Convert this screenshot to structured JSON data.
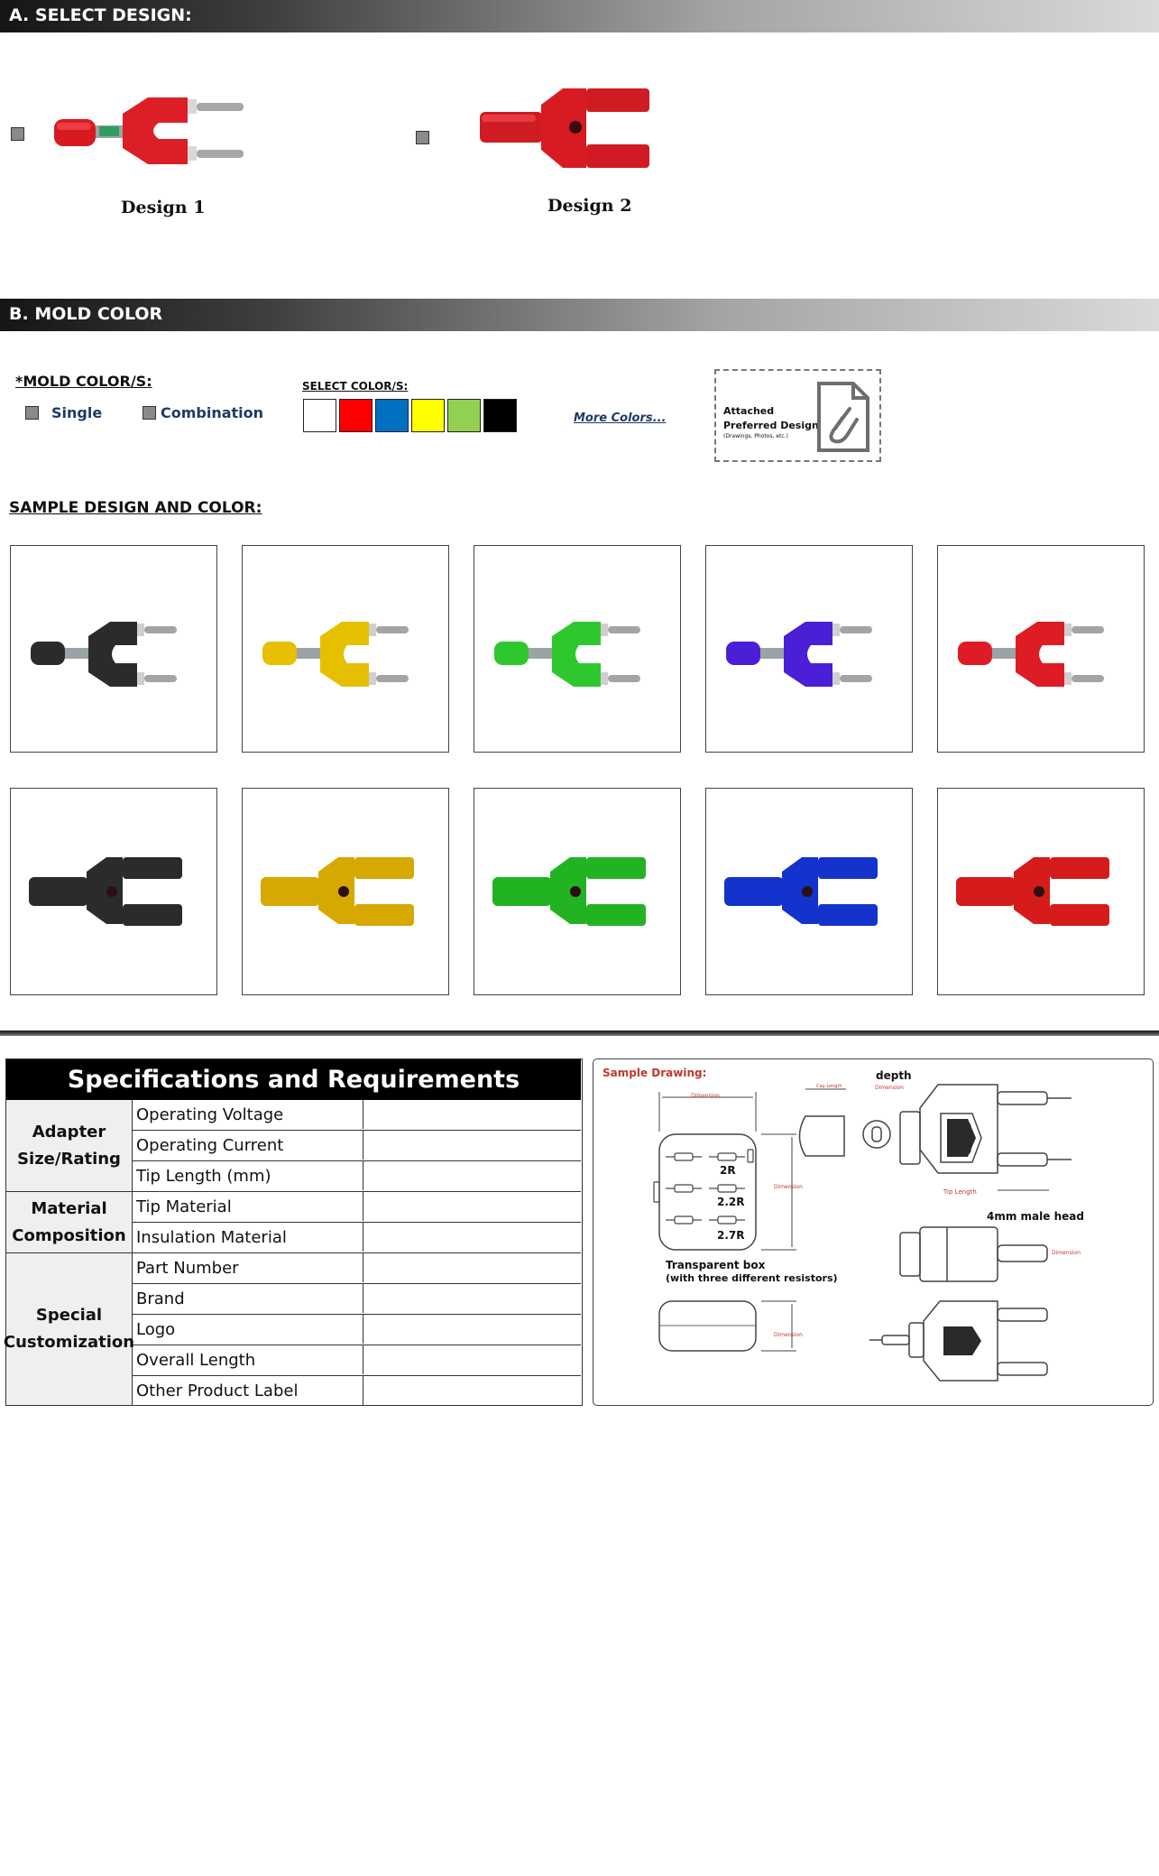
{
  "section_a": {
    "title": "A. SELECT DESIGN:"
  },
  "designs": [
    {
      "label": "Design 1"
    },
    {
      "label": "Design 2"
    }
  ],
  "section_b": {
    "title": "B. MOLD COLOR"
  },
  "mold_color": {
    "heading": "*MOLD COLOR/S:",
    "options": [
      "Single",
      "Combination"
    ],
    "select_heading": "SELECT COLOR/S:",
    "swatches": [
      "#ffffff",
      "#ff0000",
      "#0070c0",
      "#ffff00",
      "#92d050",
      "#000000"
    ],
    "more_colors": "More Colors...",
    "attach": {
      "line1": "Attached",
      "line2": "Preferred Design",
      "line3": "(Drawings, Photos, etc.)"
    }
  },
  "sample_heading": "SAMPLE DESIGN AND COLOR:",
  "samples": {
    "row1": [
      "#2b2b2b",
      "#e6c000",
      "#2ec82e",
      "#4a1fd6",
      "#dd1c25"
    ],
    "row2": [
      "#2b2b2b",
      "#d6a800",
      "#22b322",
      "#1433cc",
      "#d61b1b"
    ]
  },
  "spec": {
    "title": "Specifications and Requirements",
    "groups": [
      {
        "name_line1": "Adapter",
        "name_line2": "Size/Rating",
        "rows": [
          "Operating Voltage",
          "Operating Current",
          "Tip Length (mm)"
        ]
      },
      {
        "name_line1": "Material",
        "name_line2": "Composition",
        "rows": [
          "Tip Material",
          "Insulation Material"
        ]
      },
      {
        "name_line1": "Special",
        "name_line2": "Customization",
        "rows": [
          "Part Number",
          "Brand",
          "Logo",
          "Overall Length",
          "Other Product Label"
        ]
      }
    ]
  },
  "drawing": {
    "title": "Sample Drawing:",
    "dimension": "Dimension",
    "cap_length": "Cap Length",
    "depth": "depth",
    "tip_length": "Tip Length",
    "male_head": "4mm male head",
    "resistors": [
      "2R",
      "2.2R",
      "2.7R"
    ],
    "box_line1": "Transparent box",
    "box_line2": "(with three different resistors)"
  }
}
